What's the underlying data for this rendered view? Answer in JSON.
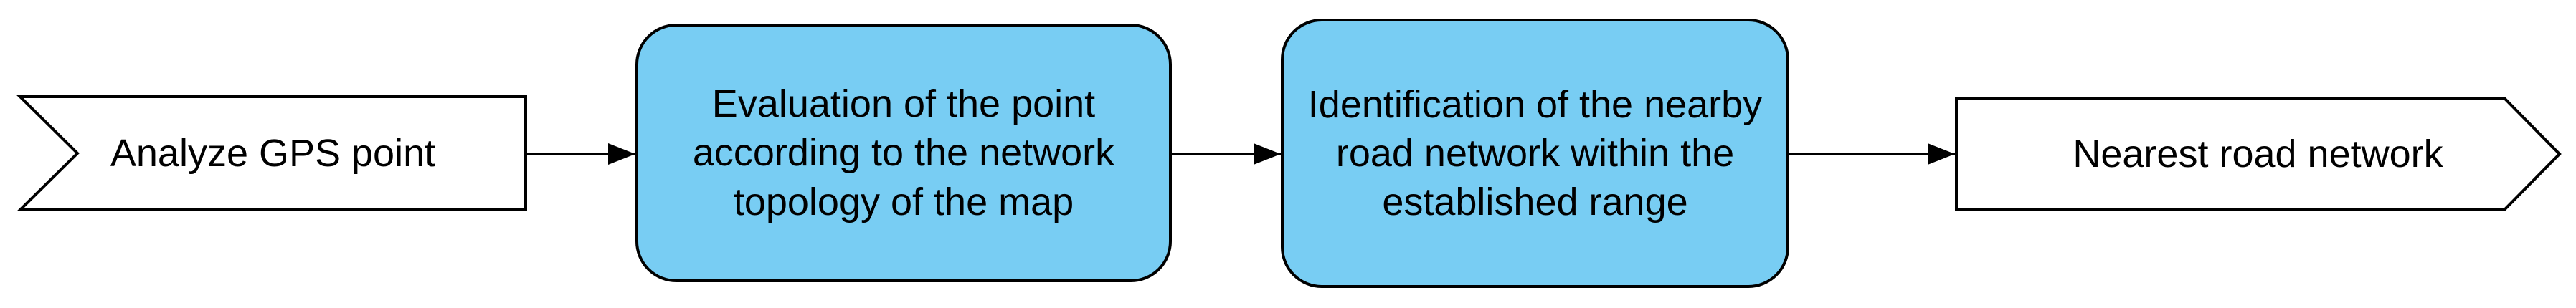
{
  "diagram": {
    "background_color": "#ffffff",
    "node_fill_color": "#78CDF3",
    "node_stroke_color": "#000000",
    "text_color": "#000000",
    "nodes": [
      {
        "id": "analyze-gps-point",
        "shape": "banner",
        "label": "Analyze GPS point"
      },
      {
        "id": "evaluation-of-point",
        "shape": "rounded-rect",
        "label": "Evaluation of the point according to the network topology of the map",
        "lines": [
          "Evaluation of the point",
          "according to the network",
          "topology of the map"
        ]
      },
      {
        "id": "identification-of-road-network",
        "shape": "rounded-rect",
        "label": "Identification of the nearby road network within the established range",
        "lines": [
          "Identification of the nearby",
          "road network within the",
          "established range"
        ]
      },
      {
        "id": "nearest-road-network",
        "shape": "arrow-pentagon",
        "label": "Nearest road network"
      }
    ],
    "connectors": [
      {
        "from": "analyze-gps-point",
        "to": "evaluation-of-point"
      },
      {
        "from": "evaluation-of-point",
        "to": "identification-of-road-network"
      },
      {
        "from": "identification-of-road-network",
        "to": "nearest-road-network"
      }
    ]
  }
}
